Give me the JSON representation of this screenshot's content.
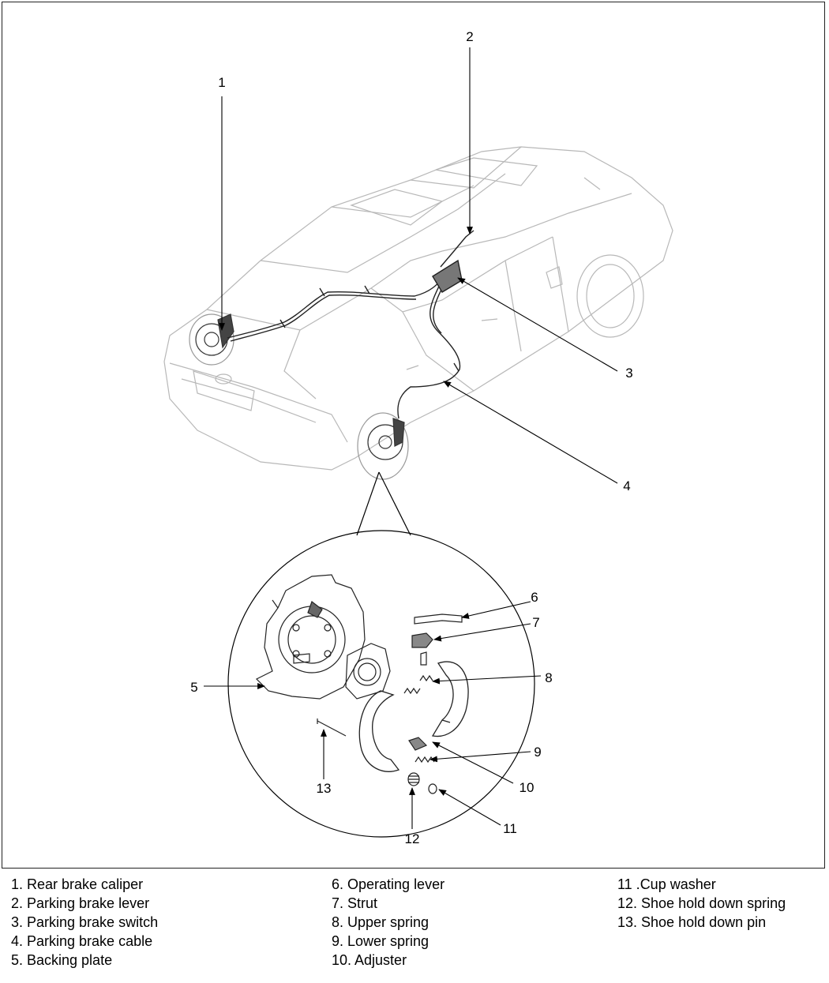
{
  "callouts": {
    "c1": "1",
    "c2": "2",
    "c3": "3",
    "c4": "4",
    "c5": "5",
    "c6": "6",
    "c7": "7",
    "c8": "8",
    "c9": "9",
    "c10": "10",
    "c11": "11",
    "c12": "12",
    "c13": "13"
  },
  "legend": {
    "col1": [
      "1. Rear brake caliper",
      "2. Parking brake lever",
      "3. Parking brake switch",
      "4. Parking brake cable",
      "5. Backing plate"
    ],
    "col2": [
      "6. Operating lever",
      "7. Strut",
      "8. Upper spring",
      "9. Lower spring",
      "10. Adjuster"
    ],
    "col3": [
      "11 .Cup washer",
      "12. Shoe hold down spring",
      "13. Shoe hold down pin"
    ]
  }
}
